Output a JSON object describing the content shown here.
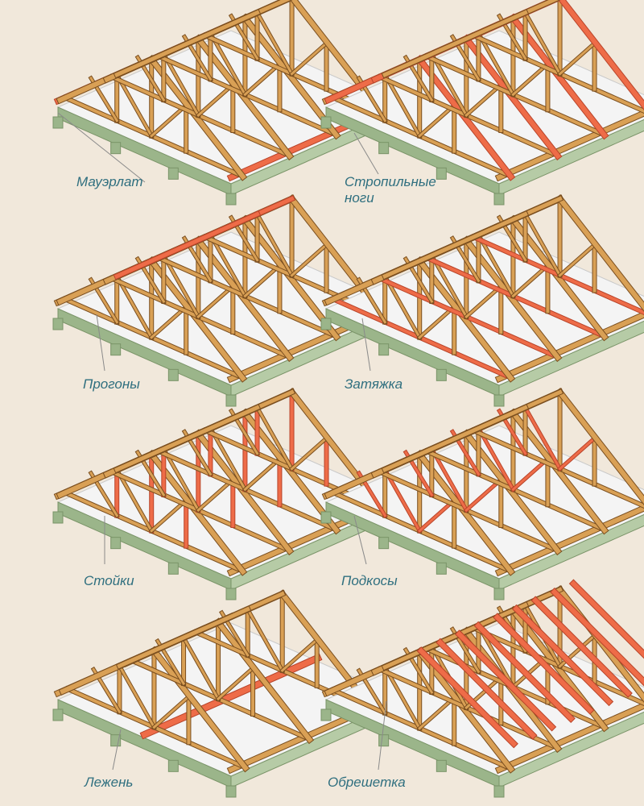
{
  "colors": {
    "background": "#f1e8db",
    "timber": "#d9a055",
    "timber_edge": "#7a4e1f",
    "highlight": "#ee6c48",
    "highlight_edge": "#b8442a",
    "wall_top": "#dfe8d4",
    "wall_side": "#9bb58a",
    "ceiling": "#f4f4f4",
    "label_text": "#2f6f7f",
    "leader": "#8a8a8a"
  },
  "panels": [
    {
      "id": "mauerlat",
      "label": "Мауэрлат",
      "highlight": "mauerlat"
    },
    {
      "id": "rafters",
      "label": "Стропильные\nноги",
      "highlight": "rafters"
    },
    {
      "id": "purlins",
      "label": "Прогоны",
      "highlight": "purlins"
    },
    {
      "id": "tie",
      "label": "Затяжка",
      "highlight": "tie"
    },
    {
      "id": "posts",
      "label": "Стойки",
      "highlight": "posts"
    },
    {
      "id": "struts",
      "label": "Подкосы",
      "highlight": "struts"
    },
    {
      "id": "sill",
      "label": "Лежень",
      "highlight": "sill"
    },
    {
      "id": "battens",
      "label": "Обрешетка",
      "highlight": "battens"
    }
  ]
}
